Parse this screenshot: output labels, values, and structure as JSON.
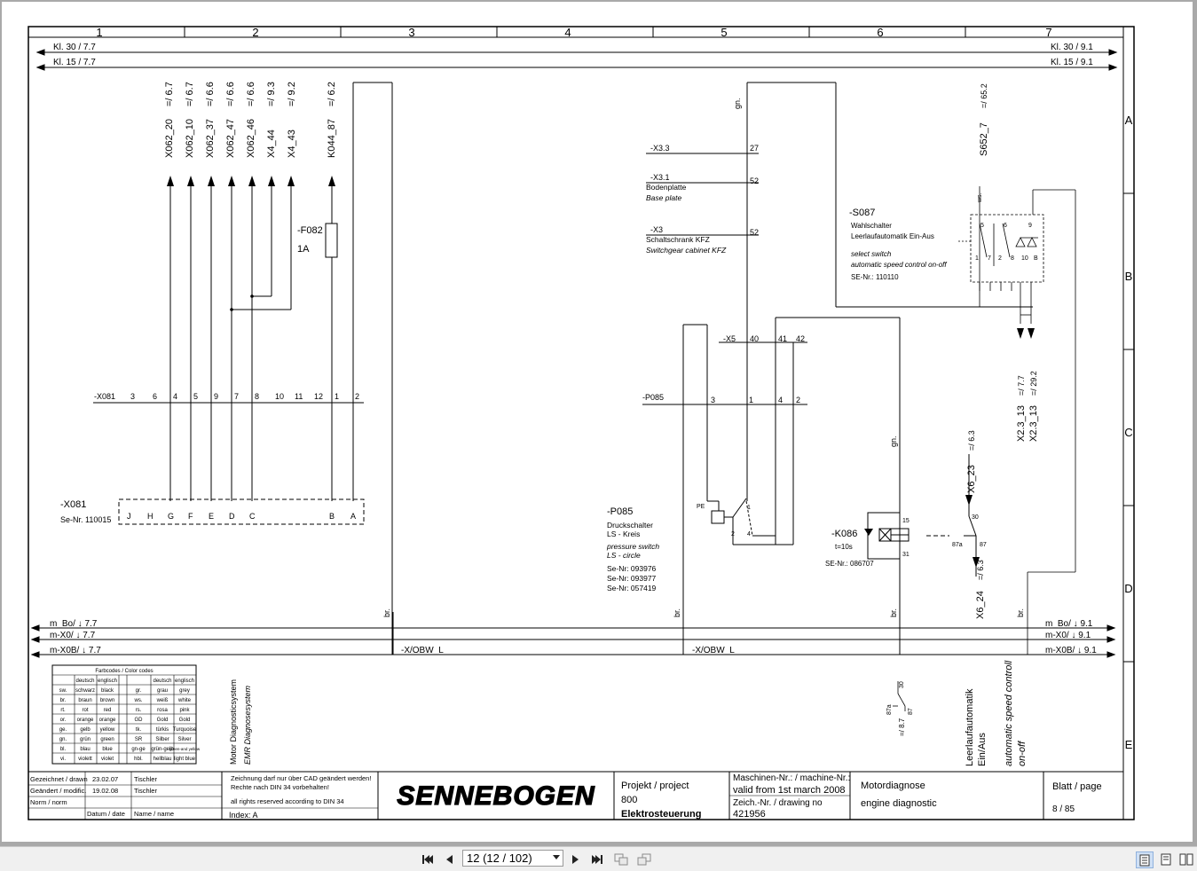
{
  "frame": {
    "columns": [
      "1",
      "2",
      "3",
      "4",
      "5",
      "6",
      "7"
    ],
    "rows": [
      "A",
      "B",
      "C",
      "D",
      "E"
    ]
  },
  "rails": {
    "kl30_left": "Kl. 30 / 7.7",
    "kl30_right": "Kl. 30 / 9.1",
    "kl15_left": "Kl. 15 / 7.7",
    "kl15_right": "Kl. 15 / 9.1",
    "m_bo_left": "m_Bo/ ↓ 7.7",
    "m_bo_right": "m_Bo/ ↓ 9.1",
    "m_x0_left": "m-X0/ ↓ 7.7",
    "m_x0_right": "m-X0/ ↓ 9.1",
    "m_x0b_left": "m-X0B/ ↓ 7.7",
    "m_x0b_right": "m-X0B/ ↓ 9.1",
    "obw_a": "-X/OBW_L",
    "obw_b": "-X/OBW_L"
  },
  "xrefs": [
    {
      "label": "X062_20",
      "ref": "=/ 6.7"
    },
    {
      "label": "X062_10",
      "ref": "=/ 6.7"
    },
    {
      "label": "X062_37",
      "ref": "=/ 6.6"
    },
    {
      "label": "X062_47",
      "ref": "=/ 6.6"
    },
    {
      "label": "X062_46",
      "ref": "=/ 6.6"
    },
    {
      "label": "X4_44",
      "ref": "=/ 9.3"
    },
    {
      "label": "X4_43",
      "ref": "=/ 9.2"
    },
    {
      "label": "K044_87",
      "ref": "=/ 6.2"
    }
  ],
  "f082": {
    "tag": "-F082",
    "rating": "1A"
  },
  "x081": {
    "tag": "-X081",
    "pins": [
      "3",
      "6",
      "4",
      "5",
      "9",
      "7",
      "8",
      "10",
      "11",
      "12",
      "1",
      "2"
    ],
    "name": "-X081",
    "se_nr": "Se-Nr. 110015",
    "letters": [
      "J",
      "H",
      "G",
      "F",
      "E",
      "D",
      "C",
      "B",
      "A"
    ]
  },
  "connectors": {
    "x33": "-X3.3",
    "x33_pin": "27",
    "x31": "-X3.1",
    "x31_pin": "52",
    "x31_de": "Bodenplatte",
    "x31_en": "Base plate",
    "x3": "-X3",
    "x3_pin": "52",
    "x3_de": "Schaltschrank KFZ",
    "x3_en": "Switchgear cabinet KFZ",
    "x5": "-X5",
    "x5_pins": [
      "40",
      "41",
      "42"
    ],
    "p085": "-P085",
    "p085_pins": [
      "3",
      "1",
      "4",
      "2"
    ],
    "gn": "gn.",
    "br": "br.",
    "ws": "ws."
  },
  "p085": {
    "tag": "-P085",
    "de1": "Druckschalter",
    "de2": "LS - Kreis",
    "en1": "pressure switch",
    "en2": "LS - circle",
    "se1": "Se-Nr: 093976",
    "se2": "Se-Nr: 093977",
    "se3": "Se-Nr: 057419",
    "pe": "PE",
    "p1": "1",
    "p2": "2",
    "p4": "4"
  },
  "s087": {
    "tag": "-S087",
    "de1": "Wahlschalter",
    "de2": "Leerlaufautomatik Ein-Aus",
    "en1": "select switch",
    "en2": "automatic speed control on-off",
    "se": "SE-Nr.: 110110",
    "top_ref": "S652_7",
    "top_xref": "=/ 65.2",
    "pins_top": [
      "5",
      "6",
      "9"
    ],
    "pins_bottom": [
      "1",
      "7",
      "2",
      "8",
      "10",
      "B"
    ]
  },
  "k086": {
    "tag": "-K086",
    "t": "t=10s",
    "se": "SE-Nr.: 086707",
    "p15": "15",
    "p31": "31",
    "p87a": "87a",
    "p87": "87",
    "p30": "30"
  },
  "x6": {
    "x623": "X6_23",
    "x623_ref": "=/ 6.3",
    "x624": "X6_24",
    "x624_ref": "=/ 6.3"
  },
  "x23": {
    "a": "X2.3_13",
    "a_ref": "=/ 7.7",
    "b": "X2.3_13",
    "b_ref": "=/ 29.2"
  },
  "relay_symbol": {
    "p30": "30",
    "p87a": "87a",
    "p87": "87",
    "ref": "=/ 8.7"
  },
  "annotation": {
    "de1": "Leerlaufautomatik",
    "de2": "Ein/Aus",
    "en1": "automatic speed controll",
    "en2": "on-off"
  },
  "vertical_titles": {
    "de": "Motor Diagnosticsystem",
    "en": "EMR Diagnosesystem"
  },
  "color_codes": {
    "title": "Farbcodes / Color codes",
    "header": [
      "",
      "deutsch",
      "englisch",
      "",
      "deutsch",
      "englisch"
    ],
    "rows": [
      [
        "sw.",
        "schwarz",
        "black",
        "gr.",
        "grau",
        "grey"
      ],
      [
        "br.",
        "braun",
        "brown",
        "ws.",
        "weiß",
        "white"
      ],
      [
        "rt.",
        "rot",
        "red",
        "rs.",
        "rosa",
        "pink"
      ],
      [
        "or.",
        "orange",
        "orange",
        "GD",
        "Gold",
        "Gold"
      ],
      [
        "ge.",
        "gelb",
        "yellow",
        "tk.",
        "türkis",
        "Turquoise"
      ],
      [
        "gn.",
        "grün",
        "green",
        "SR",
        "Silber",
        "Silver"
      ],
      [
        "bl.",
        "blau",
        "blue",
        "gn-ge",
        "grün-gelb",
        "green-and yellow"
      ],
      [
        "vi.",
        "violett",
        "violet",
        "hbl.",
        "hellblau",
        "light blue"
      ]
    ]
  },
  "title_block": {
    "drawn_label": "Gezeichnet / drawn",
    "drawn_date": "23.02.07",
    "drawn_name": "Tischler",
    "mod_label": "Geändert / modific.",
    "mod_date": "19.02.08",
    "mod_name": "Tischler",
    "norm_label": "Norm / norm",
    "date_label": "Datum / date",
    "name_label": "Name / name",
    "note1": "Zeichnung darf nur über CAD geändert werden!",
    "note2": "Rechte nach DIN 34 vorbehalten!",
    "note3": "all rights reserved according to DIN 34",
    "index": "Index:  A",
    "logo": "SENNEBOGEN",
    "project_label": "Projekt / project",
    "project": "800",
    "project_sub": "Elektrosteuerung",
    "machine_label": "Maschinen-Nr.: / machine-Nr.:",
    "machine_valid": "valid from 1st march 2008",
    "drawing_label": "Zeich.-Nr. / drawing no",
    "drawing_no": "421956",
    "title_de": "Motordiagnose",
    "title_en": "engine diagnostic",
    "page_label": "Blatt / page",
    "page": "8 / 85"
  },
  "toolbar": {
    "page_value": "12 (12 / 102)"
  }
}
